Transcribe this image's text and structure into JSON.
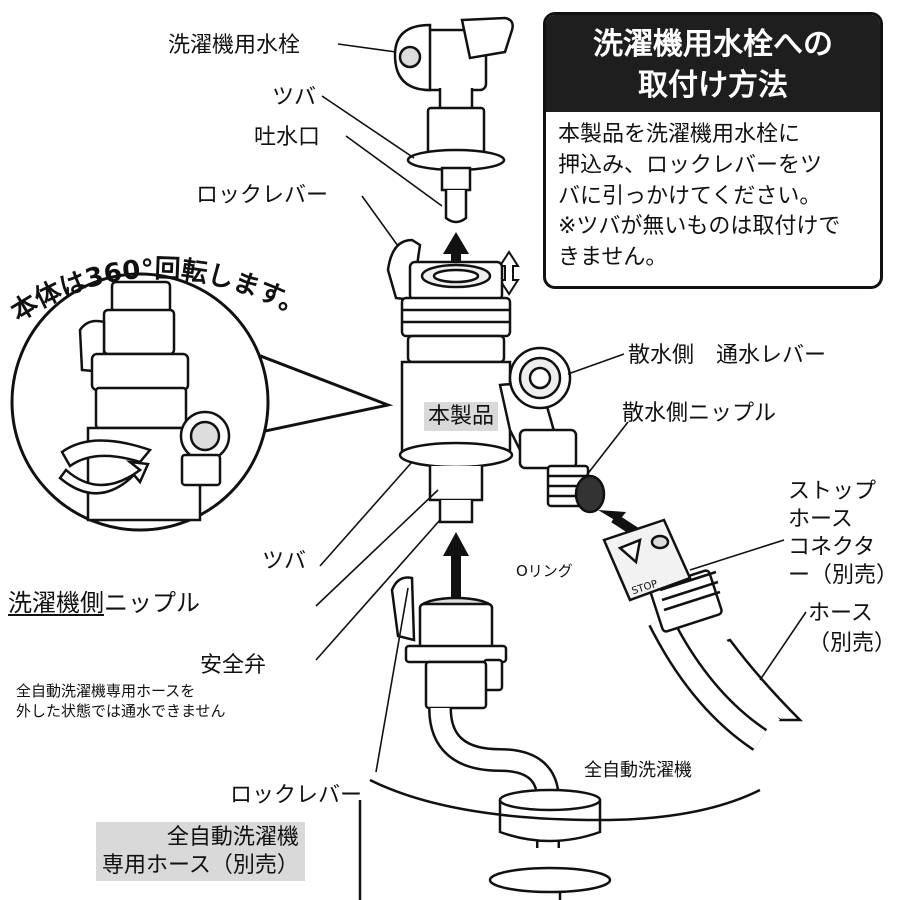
{
  "instructions": {
    "title_line1": "洗濯機用水栓への",
    "title_line2": "取付け方法",
    "body_line1": "本製品を洗濯機用水栓に",
    "body_line2": "押込み、ロックレバーをツ",
    "body_line3": "バに引っかけてください。",
    "body_line4": "※ツバが無いものは取付けで",
    "body_line5": "きません。"
  },
  "labels": {
    "faucet": "洗濯機用水栓",
    "flange_top": "ツバ",
    "spout": "吐水口",
    "lock_lever_top": "ロックレバー",
    "rotation": "本体は360°回転します。",
    "product": "本製品",
    "sprinkler_lever": "散水側　通水レバー",
    "sprinkler_nipple": "散水側ニップル",
    "stop_connector_line1": "ストップ",
    "stop_connector_line2": "ホース",
    "stop_connector_line3": "コネクタ",
    "stop_connector_line4": "ー（別売）",
    "o_ring": "Oリング",
    "flange_bottom": "ツバ",
    "washer_nipple_underlined": "洗濯機側",
    "washer_nipple_rest": "ニップル",
    "safety_valve": "安全弁",
    "safety_note_line1": "全自動洗濯機専用ホースを",
    "safety_note_line2": "外した状態では通水できません",
    "hose_line1": "ホース",
    "hose_line2": "（別売）",
    "washing_machine": "全自動洗濯機",
    "lock_lever_bottom": "ロックレバー",
    "dedicated_hose_line1": "全自動洗濯機",
    "dedicated_hose_line2": "専用ホース（別売）",
    "stop_mark": "STOP"
  }
}
